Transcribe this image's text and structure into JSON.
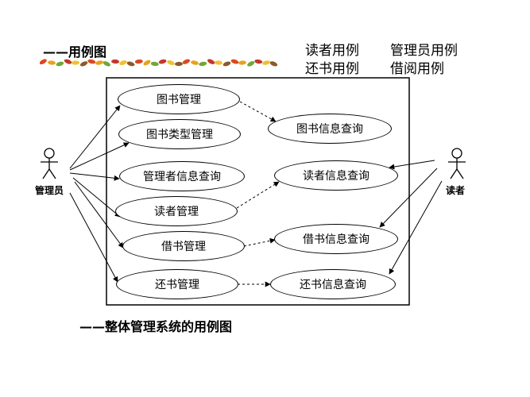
{
  "header": {
    "title": "——用例图",
    "links": [
      {
        "label": "读者用例"
      },
      {
        "label": "管理员用例"
      },
      {
        "label": "还书用例"
      },
      {
        "label": "借阅用例"
      }
    ]
  },
  "actors": {
    "admin": "管理员",
    "reader": "读者"
  },
  "use_cases": {
    "book_mgmt": "图书管理",
    "book_type_mgmt": "图书类型管理",
    "admin_info_query": "管理者信息查询",
    "reader_mgmt": "读者管理",
    "borrow_mgmt": "借书管理",
    "return_mgmt": "还书管理",
    "book_info_query": "图书信息查询",
    "reader_info_query": "读者信息查询",
    "borrow_info_query": "借书信息查询",
    "return_info_query": "还书信息查询"
  },
  "footer": {
    "caption": "——整体管理系统的用例图"
  },
  "colors": {
    "line": "#000000",
    "leaf_decoration": [
      "#d94a1f",
      "#e8a21a",
      "#6fa83a",
      "#c2392b",
      "#f0c030",
      "#8a5a2b"
    ]
  }
}
